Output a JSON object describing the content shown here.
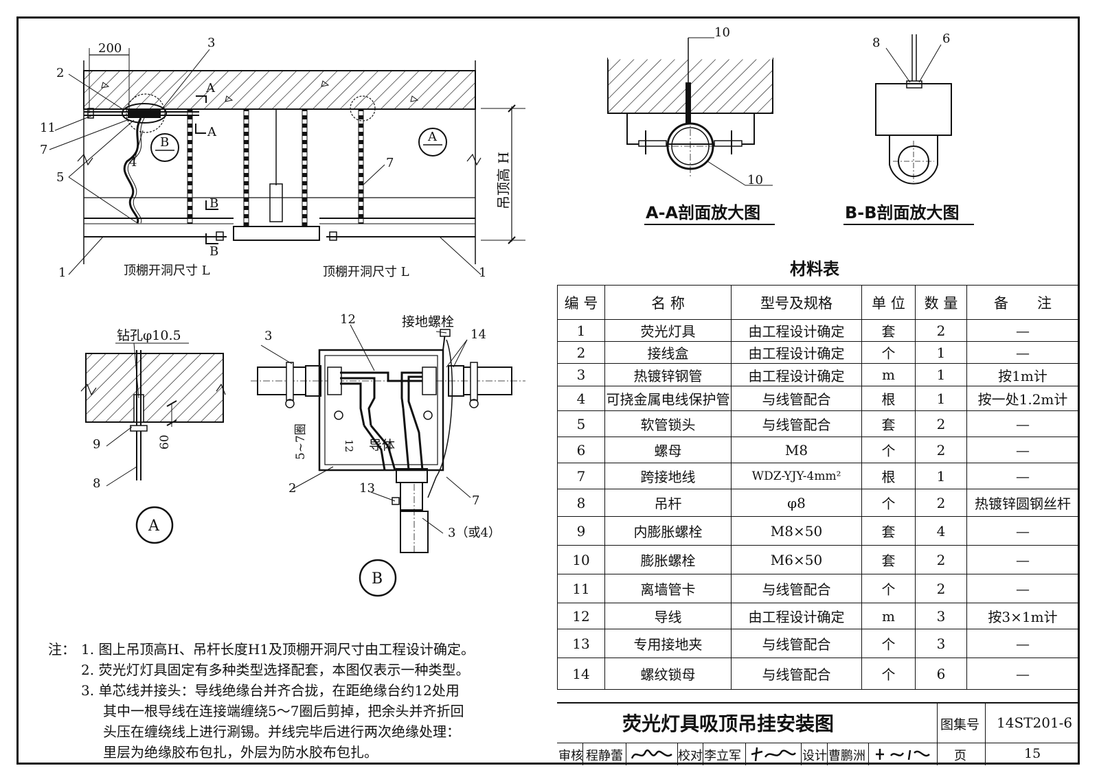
{
  "main_view": {
    "dim_200": "200",
    "callouts": [
      "1",
      "2",
      "3",
      "4",
      "5",
      "7",
      "11",
      "1"
    ],
    "callout_3": "3",
    "callout_7b": "7",
    "section_A": "A",
    "section_B": "B",
    "detail_A": "A",
    "detail_B": "B",
    "height_label": "吊顶高 H",
    "opening_left": "顶棚开洞尺寸 L",
    "opening_right": "顶棚开洞尺寸 L"
  },
  "section_aa": {
    "title": "A-A剖面放大图",
    "callout_top": "10",
    "callout_bottom": "10"
  },
  "section_bb": {
    "title": "B-B剖面放大图",
    "callout_8": "8",
    "callout_6": "6"
  },
  "detail_a": {
    "drill_label": "钻孔φ10.5",
    "dim_60": "60",
    "callout_9": "9",
    "callout_8": "8",
    "label": "A"
  },
  "detail_b": {
    "callout_12": "12",
    "ground_bolt": "接地螺栓",
    "callout_14": "14",
    "callout_3": "3",
    "turns": "5~7圈",
    "dim_12": "12",
    "conductor": "导体",
    "callout_2": "2",
    "callout_13": "13",
    "callout_7": "7",
    "callout_3or4": "3（或4）",
    "label": "B"
  },
  "materials": {
    "title": "材料表",
    "headers": [
      "编 号",
      "名 称",
      "型号及规格",
      "单 位",
      "数 量",
      "备　　注"
    ],
    "rows": [
      [
        "1",
        "荧光灯具",
        "由工程设计确定",
        "套",
        "2",
        "—"
      ],
      [
        "2",
        "接线盒",
        "由工程设计确定",
        "个",
        "1",
        "—"
      ],
      [
        "3",
        "热镀锌钢管",
        "由工程设计确定",
        "m",
        "1",
        "按1m计"
      ],
      [
        "4",
        "可挠金属电线保护管",
        "与线管配合",
        "根",
        "1",
        "按一处1.2m计"
      ],
      [
        "5",
        "软管锁头",
        "与线管配合",
        "套",
        "2",
        "—"
      ],
      [
        "6",
        "螺母",
        "M8",
        "个",
        "2",
        "—"
      ],
      [
        "7",
        "跨接地线",
        "WDZ-YJY-4mm²",
        "根",
        "1",
        "—"
      ],
      [
        "8",
        "吊杆",
        "φ8",
        "个",
        "2",
        "热镀锌圆钢丝杆"
      ],
      [
        "9",
        "内膨胀螺栓",
        "M8×50",
        "套",
        "4",
        "—"
      ],
      [
        "10",
        "膨胀螺栓",
        "M6×50",
        "套",
        "2",
        "—"
      ],
      [
        "11",
        "离墙管卡",
        "与线管配合",
        "个",
        "2",
        "—"
      ],
      [
        "12",
        "导线",
        "由工程设计确定",
        "m",
        "3",
        "按3×1m计"
      ],
      [
        "13",
        "专用接地夹",
        "与线管配合",
        "个",
        "3",
        "—"
      ],
      [
        "14",
        "螺纹锁母",
        "与线管配合",
        "个",
        "6",
        "—"
      ]
    ]
  },
  "notes": {
    "prefix": "注：",
    "lines": [
      "1. 图上吊顶高H、吊杆长度H1及顶棚开洞尺寸由工程设计确定。",
      "2. 荧光灯灯具固定有多种类型选择配套，本图仅表示一种类型。",
      "3. 单芯线并接头：导线绝缘台并齐合拢，在距绝缘台约12处用",
      "其中一根导线在连接端缠绕5～7圈后剪掉，把余头并齐折回",
      "头压在缠绕线上进行涮锡。并线完毕后进行两次绝缘处理：",
      "里层为绝缘胶布包扎，外层为防水胶布包扎。"
    ]
  },
  "title_block": {
    "drawing_title": "荧光灯具吸顶吊挂安装图",
    "atlas_label": "图集号",
    "atlas_no": "14ST201-6",
    "review_label": "审核",
    "reviewer": "程静蕾",
    "check_label": "校对",
    "checker": "李立军",
    "design_label": "设计",
    "designer": "曹鹏洲",
    "page_label": "页",
    "page_no": "15"
  }
}
